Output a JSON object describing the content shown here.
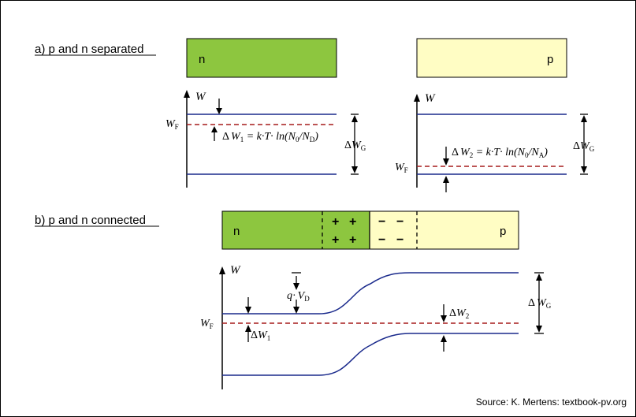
{
  "section_a": {
    "label": "a) p and n separated"
  },
  "section_b": {
    "label": "b) p and n connected"
  },
  "labels": {
    "n": "n",
    "p": "p",
    "w": "W",
    "wf_main": "W",
    "wf_sub": "F",
    "delta": "Δ",
    "w1_main": "W",
    "w1_sub": "1",
    "w2_main": "W",
    "w2_sub": "2",
    "wg_main": "W",
    "wg_sub": "G",
    "eq_tail_pre": " = k·T· ln(N",
    "eq_n0_sub": "0",
    "eq_slash": "/N",
    "eq1_d_sub": "D",
    "eq2_a_sub": "A",
    "eq_close": ")",
    "q": "q",
    "dot": "·",
    "vd_main": "V",
    "vd_sub": "D",
    "plus": "+",
    "minus": "−"
  },
  "colors": {
    "n_region": "#8dc63f",
    "p_region": "#fffdc4",
    "band": "#1a2a8c",
    "fermi": "#a61c1c",
    "axis": "#000000"
  },
  "source": "Source: K. Mertens: textbook-pv.org"
}
